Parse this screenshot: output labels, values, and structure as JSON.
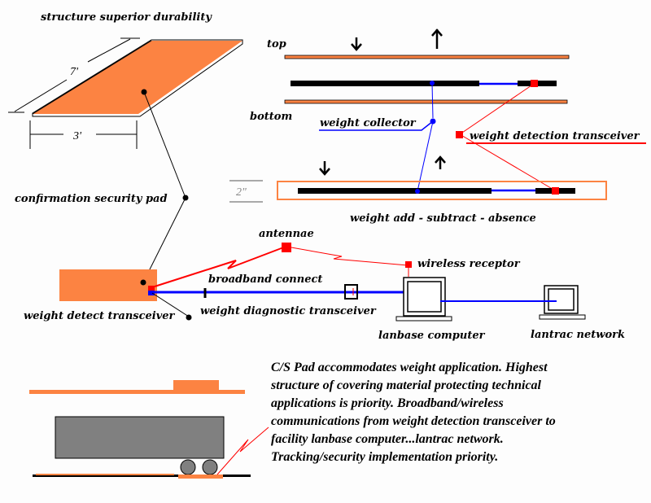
{
  "colors": {
    "pad_orange": "#fc8342",
    "signal_red": "#ff0000",
    "wire_blue": "#0000ff",
    "truck_gray": "#808080",
    "bar_black": "#000000"
  },
  "labels": {
    "structure_title": "structure superior durability",
    "dim_length": "7'",
    "dim_width": "3'",
    "dim_thickness": "2\"",
    "top": "top",
    "bottom": "bottom",
    "weight_collector": "weight collector",
    "weight_detection_transceiver": "weight detection transceiver",
    "weight_add_subtract_absence": "weight add - subtract - absence",
    "confirmation_security_pad": "confirmation security pad",
    "antennae": "antennae",
    "wireless_receptor": "wireless receptor",
    "broadband_connect": "broadband connect",
    "weight_detect_transceiver": "weight detect transceiver",
    "weight_diagnostic_transceiver": "weight diagnostic transceiver",
    "lanbase_computer": "lanbase computer",
    "lantrac_network": "lantrac network"
  },
  "icons": {
    "arrow_down": "arrow-down-icon",
    "arrow_up": "arrow-up-icon",
    "computer": "computer-icon",
    "truck": "truck-trailer-icon"
  },
  "description": {
    "lines": [
      "C/S Pad accommodates weight application. Highest",
      "structure of covering material protecting technical",
      "applications is priority. Broadband/wireless",
      "communications from weight detection transceiver to",
      "facility lanbase computer...lantrac network.",
      "Tracking/security implementation priority."
    ]
  }
}
